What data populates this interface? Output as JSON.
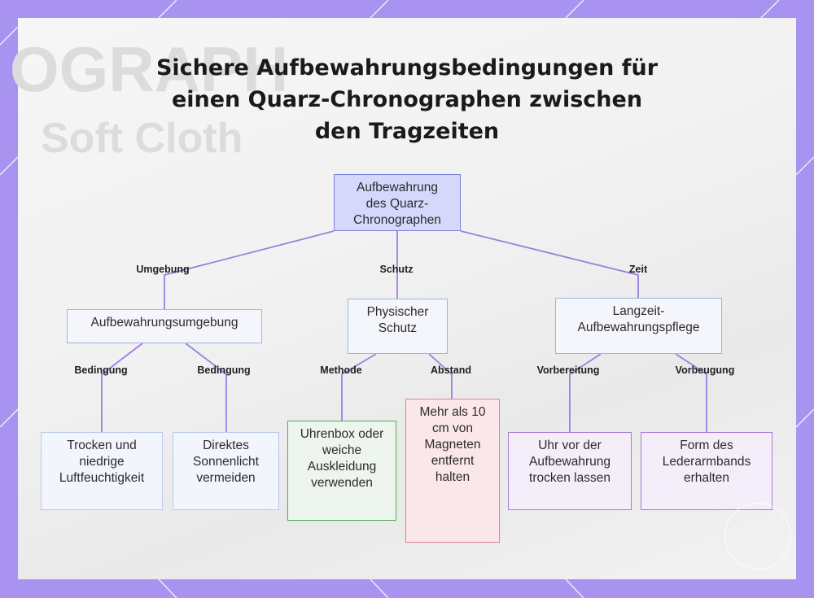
{
  "title": "Sichere Aufbewahrungsbedingungen für einen Quarz-Chronographen zwischen den Tragzeiten",
  "background_text": [
    "OGRAPH",
    "Soft Cloth"
  ],
  "colors": {
    "frame": "#a993f0",
    "edge": "#9b7fe0",
    "root_fill": "#d5d7fb",
    "green_border": "#4cae4c",
    "red_border": "#d9848d",
    "purple_border": "#a57ad6"
  },
  "nodes": {
    "root": "Aufbewahrung des Quarz-Chronographen",
    "umgebung": "Aufbewahrungsumgebung",
    "schutz": "Physischer Schutz",
    "zeit": "Langzeit-Aufbewahrungspflege",
    "trocken": "Trocken und niedrige Luftfeuchtigkeit",
    "sonne": "Direktes Sonnenlicht vermeiden",
    "box": "Uhrenbox oder weiche Auskleidung verwenden",
    "magnet": "Mehr als 10 cm von Magneten entfernt halten",
    "trocknen": "Uhr vor der Aufbewahrung trocken lassen",
    "leder": "Form des Lederarmbands erhalten"
  },
  "edge_labels": {
    "umgebung": "Umgebung",
    "schutz": "Schutz",
    "zeit": "Zeit",
    "bedingung1": "Bedingung",
    "bedingung2": "Bedingung",
    "methode": "Methode",
    "abstand": "Abstand",
    "vorbereitung": "Vorbereitung",
    "vorbeugung": "Vorbeugung"
  }
}
